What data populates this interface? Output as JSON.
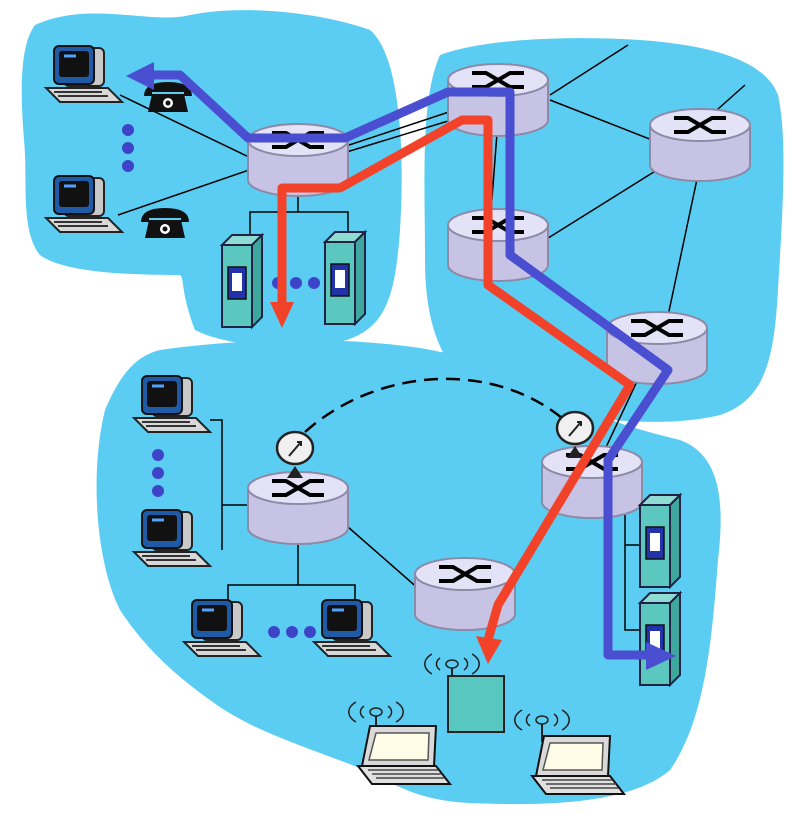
{
  "diagram": {
    "colors": {
      "network_fill": "#5ccdf2",
      "router_fill": "#dcd9f2",
      "router_edge": "#8d8aa8",
      "device_teal": "#58c7bf",
      "screen_blue": "#1f5fa8",
      "path_blue": "#4a4ed0",
      "path_red": "#f2432a",
      "link_black": "#000000"
    },
    "regions": [
      "isp-network-top-left",
      "core-network-top-right",
      "enterprise-network-bottom"
    ],
    "icons": [
      "router-icon",
      "desktop-computer-icon",
      "telephone-icon",
      "server-tower-icon",
      "satellite-dish-icon",
      "laptop-icon",
      "wireless-access-point-icon",
      "ellipsis-dots-icon"
    ],
    "paths": [
      {
        "name": "blue-circuit-path",
        "color": "#4a4ed0"
      },
      {
        "name": "red-packet-path",
        "color": "#f2432a"
      }
    ]
  }
}
